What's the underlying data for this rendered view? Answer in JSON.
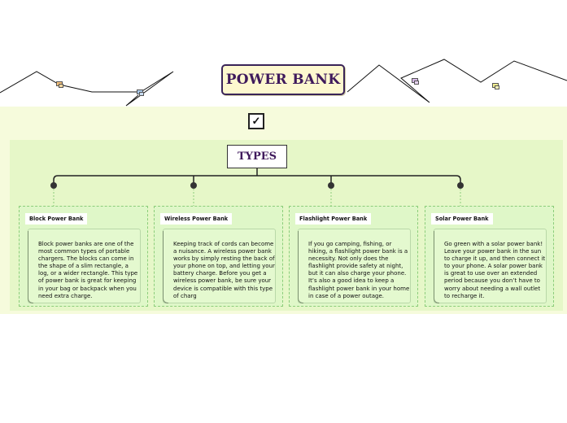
{
  "title": "POWER BANK",
  "checkbox_mark": "✓",
  "types_label": "TYPES",
  "colors": {
    "title_text": "#3f1a5c",
    "title_bg": "#fdf8cf",
    "outer_band": "#f6fbdc",
    "inner_band": "#e6f7c8",
    "card_bg": "#dff7c8",
    "card_border": "#8ccd7a"
  },
  "cards": [
    {
      "title": "Block Power Bank",
      "text": "Block power banks are one of the most common types of portable chargers. The blocks can come in the shape of a slim rectangle, a log, or a wider rectangle. This type of power bank is great for keeping in your bag or backpack when you need extra charge."
    },
    {
      "title": "Wireless Power Bank",
      "text": "Keeping track of cords can become a nuisance. A wireless power bank works by simply resting the back of your phone on top, and letting your battery charge. Before you get a wireless power bank, be sure your device is compatible with this type of charg"
    },
    {
      "title": "Flashlight Power Bank",
      "text": "If you go camping, fishing, or hiking, a flashlight power bank is a necessity. Not only does the flashlight provide safety at night, but it can also charge your phone. It’s also a good idea to keep a flashlight power bank in your home in case of a power outage."
    },
    {
      "title": "Solar Power Bank",
      "text": "Go green with a solar power bank! Leave your power bank in the sun to charge it up, and then connect it to your phone. A solar power bank is great to use over an extended period because you don’t have to worry about needing a wall outlet to recharge it."
    }
  ]
}
